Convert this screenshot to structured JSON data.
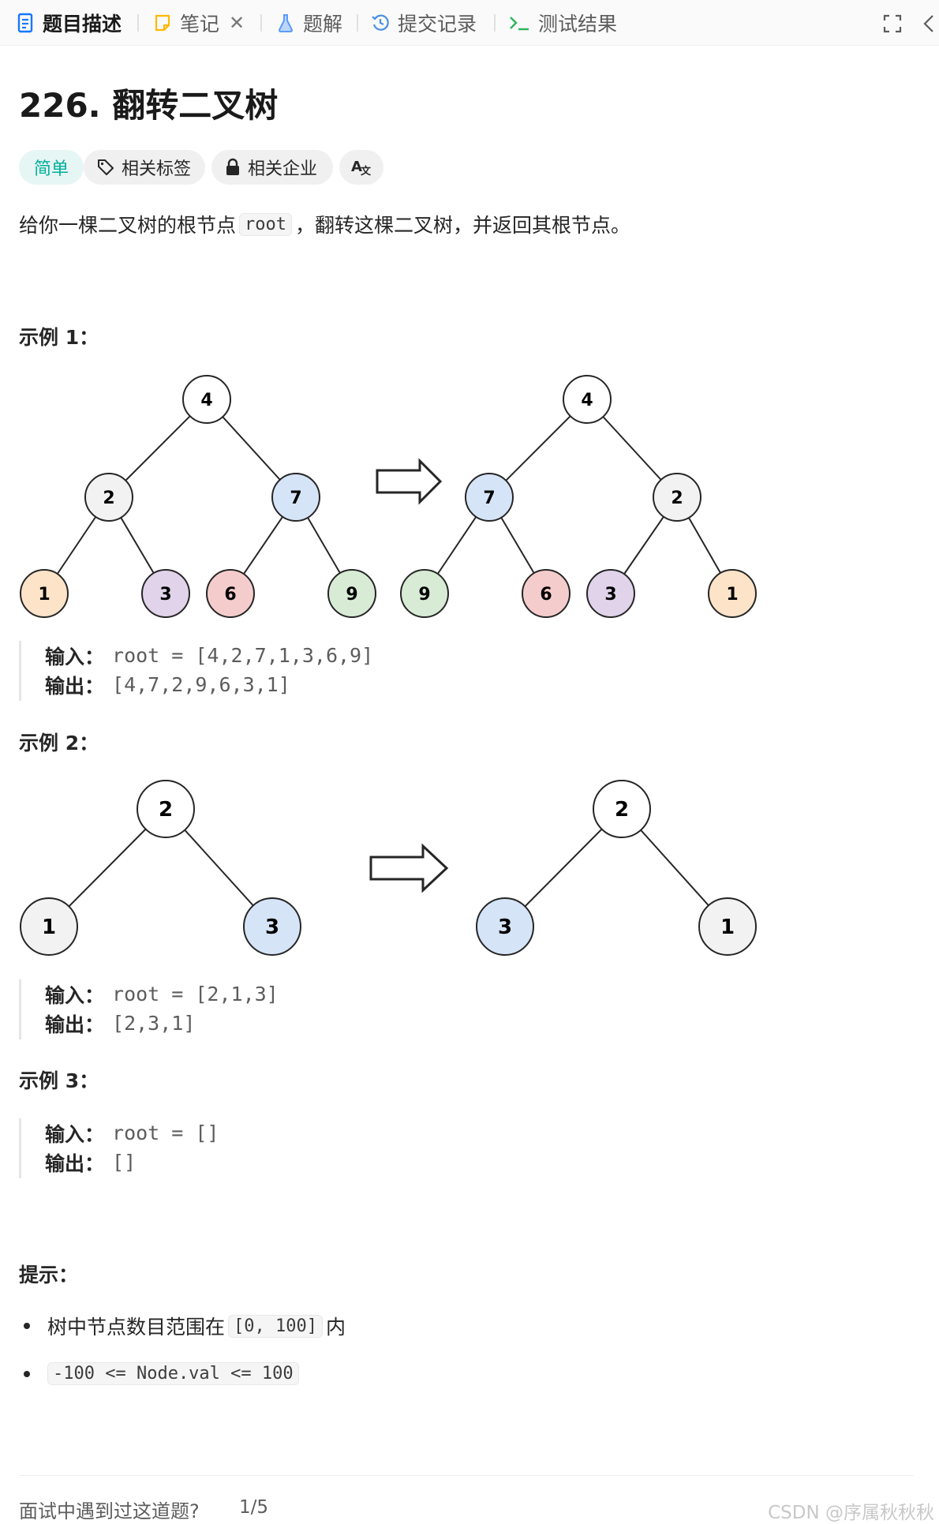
{
  "tabs": [
    {
      "label": "题目描述",
      "icon": "description-icon",
      "active": true
    },
    {
      "label": "笔记",
      "icon": "note-icon",
      "closable": true
    },
    {
      "label": "题解",
      "icon": "flask-icon"
    },
    {
      "label": "提交记录",
      "icon": "history-icon"
    },
    {
      "label": "测试结果",
      "icon": "terminal-icon"
    }
  ],
  "toolbar": {
    "fullscreen_icon": "fullscreen-icon",
    "collapse_icon": "chevron-left-icon"
  },
  "problem": {
    "title": "226. 翻转二叉树",
    "difficulty": "简单",
    "tags": [
      {
        "label": "相关标签",
        "icon": "tag-icon"
      },
      {
        "label": "相关企业",
        "icon": "lock-icon"
      },
      {
        "label": "",
        "icon": "translate-icon"
      }
    ],
    "description_pre": "给你一棵二叉树的根节点",
    "description_code": "root",
    "description_post": "，翻转这棵二叉树，并返回其根节点。"
  },
  "colors": {
    "easy": "#00af9b",
    "node_gray": "#f2f2f2",
    "node_orange": "#fde3c8",
    "node_purple": "#e0d3ea",
    "node_red": "#f5cccc",
    "node_blue": "#d6e4f8",
    "node_green": "#d8ecd5"
  },
  "examples": [
    {
      "heading": "示例 1：",
      "input_label": "输入：",
      "input": "root = [4,2,7,1,3,6,9]",
      "output_label": "输出：",
      "output": "[4,7,2,9,6,3,1]",
      "tree_before": [
        {
          "val": "4",
          "color": "#ffffff"
        },
        {
          "val": "2",
          "color": "#f2f2f2"
        },
        {
          "val": "7",
          "color": "#d6e4f8"
        },
        {
          "val": "1",
          "color": "#fde3c8"
        },
        {
          "val": "3",
          "color": "#e0d3ea"
        },
        {
          "val": "6",
          "color": "#f5cccc"
        },
        {
          "val": "9",
          "color": "#d8ecd5"
        }
      ],
      "tree_after": [
        {
          "val": "4",
          "color": "#ffffff"
        },
        {
          "val": "7",
          "color": "#d6e4f8"
        },
        {
          "val": "2",
          "color": "#f2f2f2"
        },
        {
          "val": "9",
          "color": "#d8ecd5"
        },
        {
          "val": "6",
          "color": "#f5cccc"
        },
        {
          "val": "3",
          "color": "#e0d3ea"
        },
        {
          "val": "1",
          "color": "#fde3c8"
        }
      ]
    },
    {
      "heading": "示例 2：",
      "input_label": "输入：",
      "input": "root = [2,1,3]",
      "output_label": "输出：",
      "output": "[2,3,1]",
      "tree_before": [
        {
          "val": "2",
          "color": "#ffffff"
        },
        {
          "val": "1",
          "color": "#f2f2f2"
        },
        {
          "val": "3",
          "color": "#d6e4f8"
        }
      ],
      "tree_after": [
        {
          "val": "2",
          "color": "#ffffff"
        },
        {
          "val": "3",
          "color": "#d6e4f8"
        },
        {
          "val": "1",
          "color": "#f2f2f2"
        }
      ]
    },
    {
      "heading": "示例 3：",
      "input_label": "输入：",
      "input": "root = []",
      "output_label": "输出：",
      "output": "[]"
    }
  ],
  "hints": {
    "heading": "提示：",
    "items": [
      {
        "pre": "树中节点数目范围在",
        "code": "[0, 100]",
        "post": "内"
      },
      {
        "pre": "",
        "code": "-100 <= Node.val <= 100",
        "post": ""
      }
    ]
  },
  "footer": {
    "question": "面试中遇到过这道题?",
    "count": "1/5",
    "watermark": "CSDN @序属秋秋秋"
  }
}
